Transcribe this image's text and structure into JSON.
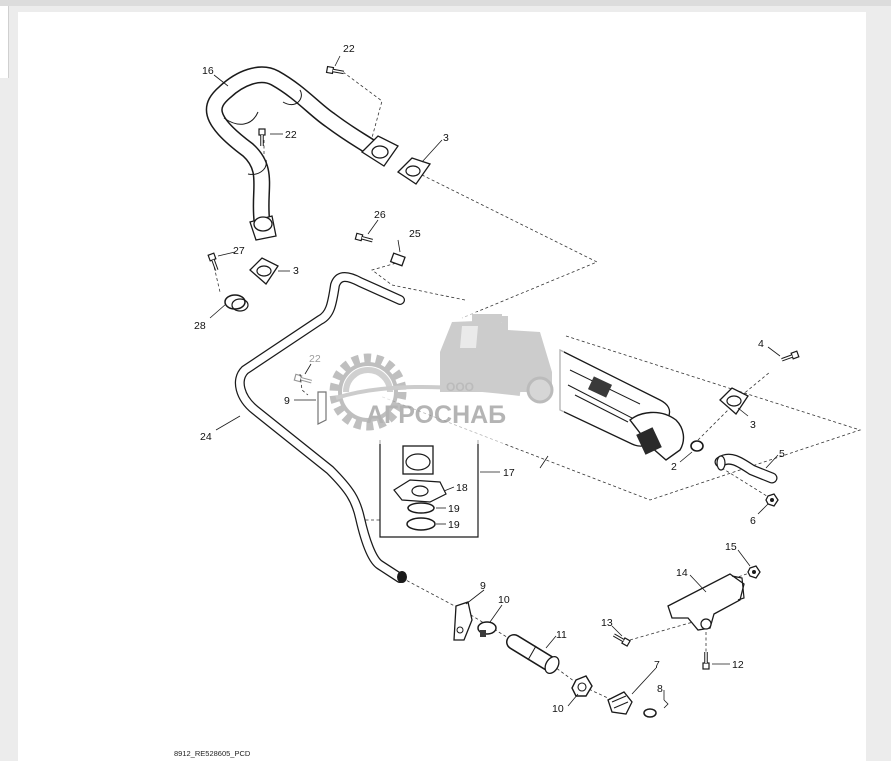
{
  "callouts": {
    "c16": "16",
    "c22a": "22",
    "c22b": "22",
    "c3a": "3",
    "c26": "26",
    "c27": "27",
    "c25": "25",
    "c3b": "3",
    "c28": "28",
    "c22c": "22",
    "c9a": "9",
    "c24": "24",
    "c4": "4",
    "c3c": "3",
    "c2": "2",
    "c5": "5",
    "c17": "17",
    "c18": "18",
    "c19a": "19",
    "c19b": "19",
    "c6": "6",
    "c15": "15",
    "c14": "14",
    "c9b": "9",
    "c10a": "10",
    "c13": "13",
    "c11": "11",
    "c12": "12",
    "c7": "7",
    "c8": "8",
    "c10b": "10"
  },
  "watermark": {
    "small": "ООО",
    "large": "АГРОСНАБ"
  },
  "caption": "8912_RE528605_PCD",
  "colors": {
    "line": "#1a1a1a",
    "part_fill": "#ffffff",
    "watermark": "#b5b5b5"
  }
}
